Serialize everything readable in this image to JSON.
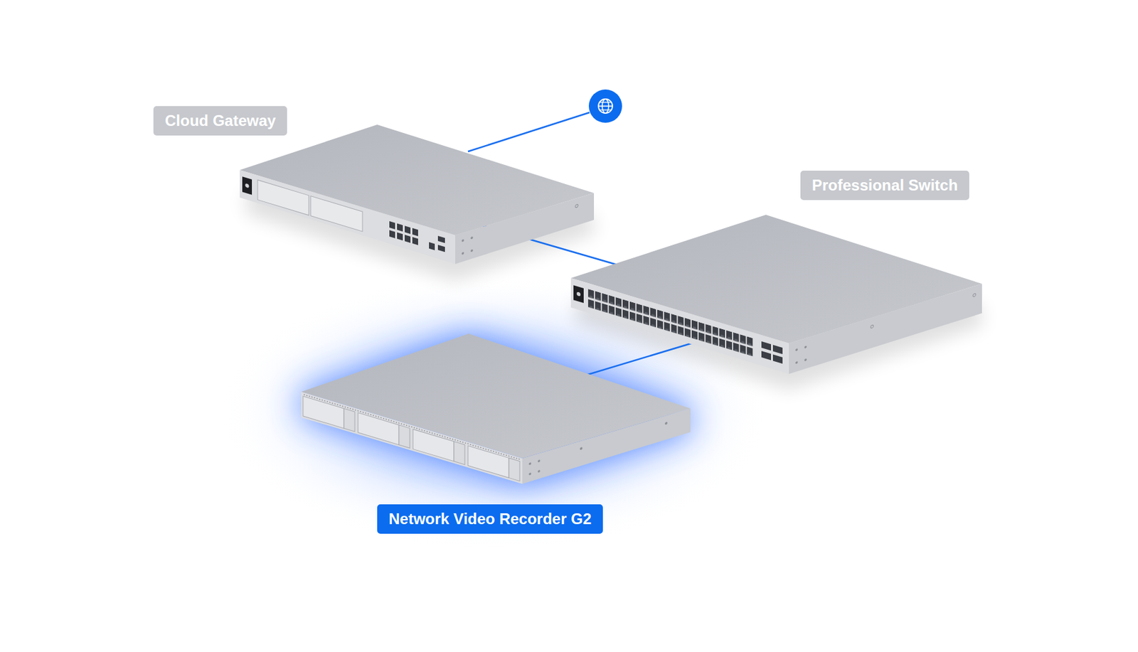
{
  "diagram": {
    "nodes": [
      {
        "text": [
          "Cloud Gateway"
        ]
      },
      {
        "text": [
          "Professional Switch"
        ]
      },
      {
        "text": [
          "Network Video Recorder G2"
        ]
      }
    ],
    "edges": [
      {
        "from": 0,
        "to": 1,
        "arrow": "none"
      },
      {
        "from": 1,
        "to": 2,
        "arrow": "none"
      }
    ]
  }
}
